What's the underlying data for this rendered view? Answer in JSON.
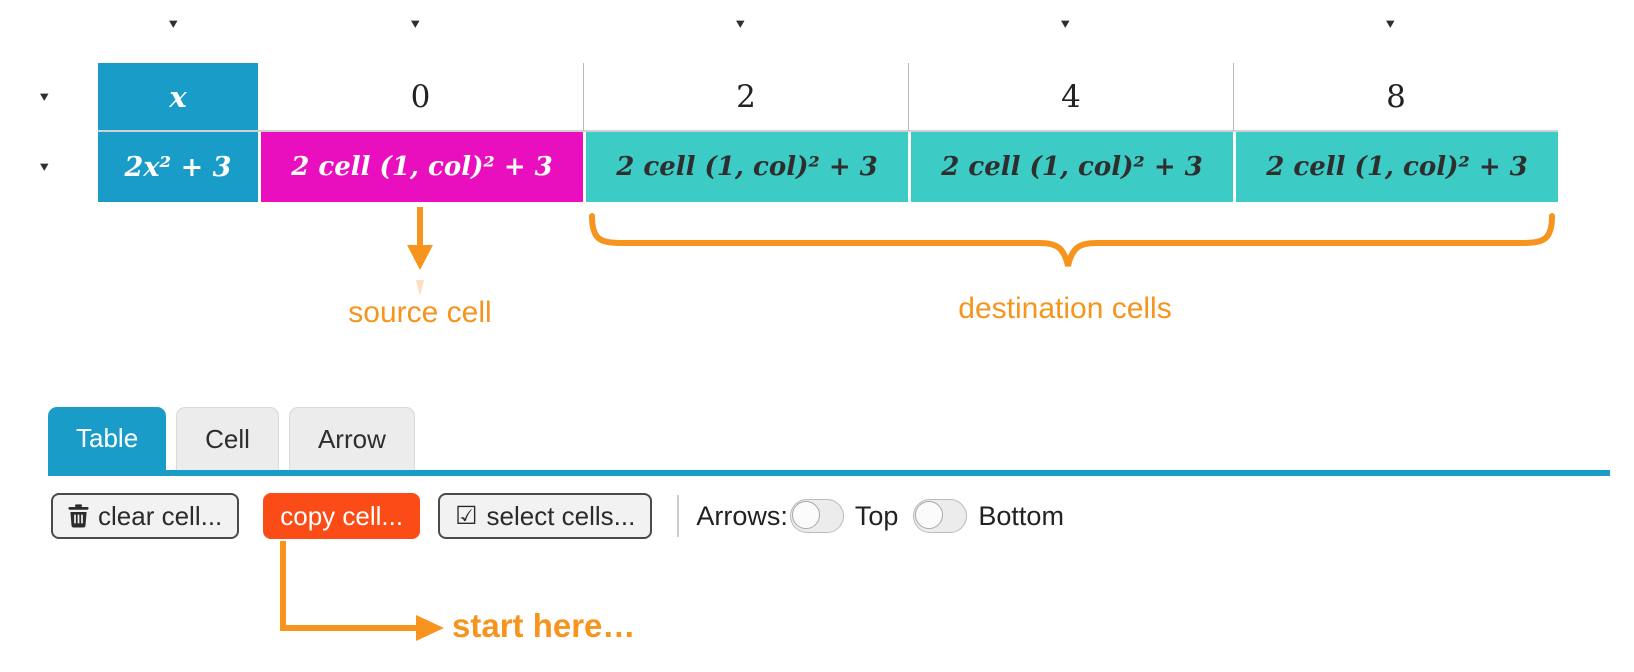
{
  "colors": {
    "header_blue": "#1a9cc9",
    "source_magenta": "#e90fbe",
    "destination_teal": "#3ccbc5",
    "annotation_orange": "#f7941e",
    "copy_button_red": "#fb4b16"
  },
  "icons": {
    "column_menu": "▾",
    "row_menu": "▾",
    "select_check": "☑"
  },
  "table": {
    "corner_header": "x",
    "function_header": "2x² + 3",
    "column_values": [
      "0",
      "2",
      "4",
      "8"
    ],
    "cell_formula": "2 cell (1, col)² + 3"
  },
  "annotations": {
    "source": "source cell",
    "destination": "destination cells",
    "start_here": "start here…"
  },
  "tabs": [
    {
      "label": "Table",
      "active": true
    },
    {
      "label": "Cell",
      "active": false
    },
    {
      "label": "Arrow",
      "active": false
    }
  ],
  "toolbar": {
    "clear_button": "clear cell...",
    "copy_button": "copy cell...",
    "select_button": "select cells...",
    "arrows_label": "Arrows:",
    "top_label": "Top",
    "bottom_label": "Bottom",
    "top_on": false,
    "bottom_on": false
  }
}
